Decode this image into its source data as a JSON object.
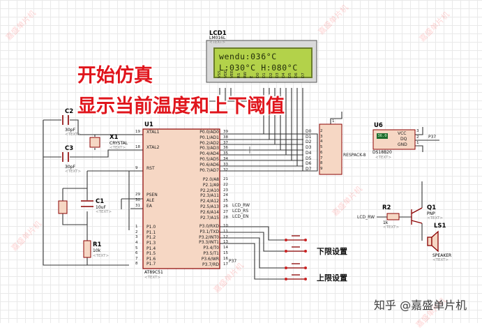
{
  "overlay": {
    "line1": "开始仿真",
    "line2": "显示当前温度和上下阈值"
  },
  "lcd": {
    "ref": "LCD1",
    "model": "LM016L",
    "text_tag": "<TEXT>",
    "line1": "wendu:036°C",
    "line2": "L:030°C  H:080°C",
    "pins": [
      "VSS",
      "VDD",
      "VEE",
      "RS",
      "RW",
      "E",
      "D0",
      "D1",
      "D2",
      "D3",
      "D4",
      "D5",
      "D6",
      "D7"
    ]
  },
  "mcu": {
    "ref": "U1",
    "model": "AT89C51",
    "text_tag": "<TEXT>",
    "left_pins": [
      {
        "num": "19",
        "name": "XTAL1"
      },
      {
        "num": "18",
        "name": "XTAL2"
      },
      {
        "num": "9",
        "name": "RST"
      },
      {
        "num": "29",
        "name": "PSEN"
      },
      {
        "num": "30",
        "name": "ALE"
      },
      {
        "num": "31",
        "name": "EA"
      },
      {
        "num": "1",
        "name": "P1.0"
      },
      {
        "num": "2",
        "name": "P1.1"
      },
      {
        "num": "3",
        "name": "P1.2"
      },
      {
        "num": "4",
        "name": "P1.3"
      },
      {
        "num": "5",
        "name": "P1.4"
      },
      {
        "num": "6",
        "name": "P1.5"
      },
      {
        "num": "7",
        "name": "P1.6"
      },
      {
        "num": "8",
        "name": "P1.7"
      }
    ],
    "right_pins": [
      {
        "num": "39",
        "name": "P0.0/AD0"
      },
      {
        "num": "38",
        "name": "P0.1/AD1"
      },
      {
        "num": "37",
        "name": "P0.2/AD2"
      },
      {
        "num": "36",
        "name": "P0.3/AD3"
      },
      {
        "num": "35",
        "name": "P0.4/AD4"
      },
      {
        "num": "34",
        "name": "P0.5/AD5"
      },
      {
        "num": "33",
        "name": "P0.6/AD6"
      },
      {
        "num": "32",
        "name": "P0.7/AD7"
      },
      {
        "num": "21",
        "name": "P2.0/A8"
      },
      {
        "num": "22",
        "name": "P2.1/A9"
      },
      {
        "num": "23",
        "name": "P2.2/A10"
      },
      {
        "num": "24",
        "name": "P2.3/A11"
      },
      {
        "num": "25",
        "name": "P2.4/A12"
      },
      {
        "num": "26",
        "name": "P2.5/A13"
      },
      {
        "num": "27",
        "name": "P2.6/A14"
      },
      {
        "num": "28",
        "name": "P2.7/A15"
      },
      {
        "num": "10",
        "name": "P3.0/RXD"
      },
      {
        "num": "11",
        "name": "P3.1/TXD"
      },
      {
        "num": "12",
        "name": "P3.2/INT0"
      },
      {
        "num": "13",
        "name": "P3.3/INT1"
      },
      {
        "num": "14",
        "name": "P3.4/T0"
      },
      {
        "num": "15",
        "name": "P3.5/T1"
      },
      {
        "num": "16",
        "name": "P3.6/WR"
      },
      {
        "num": "17",
        "name": "P3.7/RD"
      }
    ],
    "net_labels": [
      "LCD_RW",
      "LCD_RS",
      "LCD_EN",
      "P37"
    ]
  },
  "respack": {
    "name": "RESPACK-8",
    "pins": [
      "D0",
      "D1",
      "D2",
      "D3",
      "D4",
      "D5",
      "D6",
      "D7"
    ],
    "numbers": [
      "2",
      "3",
      "4",
      "5",
      "6",
      "7",
      "8",
      "9"
    ],
    "top_num": "1"
  },
  "sensor": {
    "ref": "U6",
    "model": "DS18B20",
    "text_tag": "<TEXT>",
    "display": "36.0",
    "pins": [
      "VCC",
      "DQ",
      "GND"
    ],
    "pin_numbers": [
      "3",
      "2",
      "1"
    ],
    "net": "P37"
  },
  "components": {
    "c2": {
      "ref": "C2",
      "value": "30pF",
      "text_tag": "<TEXT>"
    },
    "c3": {
      "ref": "C3",
      "value": "30pF",
      "text_tag": "<TEXT>"
    },
    "x1": {
      "ref": "X1",
      "value": "CRYSTAL",
      "text_tag": "<TEXT>"
    },
    "c1": {
      "ref": "C1",
      "value": "10uF",
      "text_tag": "<TEXT>"
    },
    "r1": {
      "ref": "R1",
      "value": "10k",
      "text_tag": "<TEXT>"
    },
    "r2": {
      "ref": "R2",
      "value": "1k",
      "text_tag": "<TEXT>",
      "net": "LCD_RW"
    },
    "q1": {
      "ref": "Q1",
      "value": "PNP",
      "text_tag": "<TEXT>"
    },
    "ls1": {
      "ref": "LS1",
      "value": "SPEAKER",
      "text_tag": "<TEXT>"
    }
  },
  "buttons": {
    "lower_label": "下限设置",
    "upper_label": "上限设置"
  },
  "watermarks": [
    "嘉盛单片机",
    "嘉盛单片机",
    "嘉盛单片机",
    "嘉盛单片机",
    "嘉盛单片机",
    "嘉盛单片机",
    "嘉盛单片机"
  ],
  "brand": "知乎 @嘉盛单片机",
  "colors": {
    "wire": "#333333",
    "component": "#8b0000",
    "body_fill": "#f6d7c4",
    "overlay_red": "#e0151c",
    "lcd_green": "#b3d24a"
  }
}
